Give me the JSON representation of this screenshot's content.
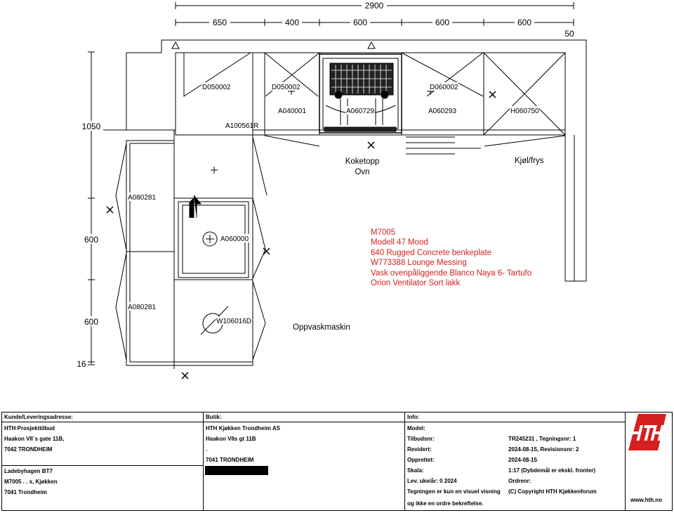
{
  "dimensions": {
    "overall": "2900",
    "segments": [
      "650",
      "400",
      "600",
      "600",
      "600"
    ],
    "right_gap": "50",
    "left_1050": "1050",
    "left_600a": "600",
    "left_600b": "600",
    "left_16": "16"
  },
  "labels": {
    "d050002_a": "D050002",
    "d050002_b": "D050002",
    "d060002": "D060002",
    "a040001": "A040001",
    "a060729": "A060729",
    "a060293": "A060293",
    "h060750": "H060750",
    "a100561r": "A100561R",
    "a080281_a": "A080281",
    "a080281_b": "A080281",
    "a060000": "A060000",
    "w106016d": "W106016D",
    "koketopp": "Koketopp",
    "ovn": "Ovn",
    "kjol": "Kjøl/frys",
    "oppvask": "Oppvaskmaskin"
  },
  "notes": [
    "M7005",
    "Modell 47 Mood",
    "640 Rugged Concrete benkeplate",
    "W773388 Lounge Messing",
    "Vask ovenpåliggende Blanco Naya 6- Tartufo",
    "Orion Ventilator Sort lakk"
  ],
  "colors": {
    "note": "#d42020",
    "logo": "#d42020",
    "line": "#000000"
  },
  "customer": {
    "header": "Kunde/Leveringsadresse:",
    "lines": [
      "HTH Prosjekttilbud",
      "Haakon VII´s gate 11B,",
      "7042 TRONDHEIM"
    ],
    "lines2": [
      "Ladebyhagen BT7",
      "M7005 . . x, Kjøkken",
      "7041 Trondheim"
    ]
  },
  "shop": {
    "header": "Butik:",
    "lines": [
      "HTH Kjøkken Trondheim AS",
      "Haakon VIIs gt 11B",
      ".",
      "7041 TRONDHEIM"
    ]
  },
  "info": {
    "header": "Info:",
    "model_label": "Model:",
    "rows": [
      {
        "k": "Tilbudsnr:",
        "v": "TR245231  , Tegningsnr: 1"
      },
      {
        "k": "Revidert:",
        "v": "2024-08-15, Revisionsnr: 2"
      },
      {
        "k": "Opprettet:",
        "v": "2024-08-15"
      },
      {
        "k": "Skala:",
        "v": "1:17 (Dybdemål er ekskl. fronter)"
      },
      {
        "k": "Lev. uke/år: 0 2024",
        "v": "Ordrenr:"
      },
      {
        "k": "Tegningen er kun en visuel visning",
        "v": "(C) Copyright HTH Kjøkkenforum"
      },
      {
        "k": "og ikke en ordre bekreftelse.",
        "v": ""
      }
    ]
  },
  "logo": {
    "text": "HTH",
    "url": "www.hth.no"
  }
}
